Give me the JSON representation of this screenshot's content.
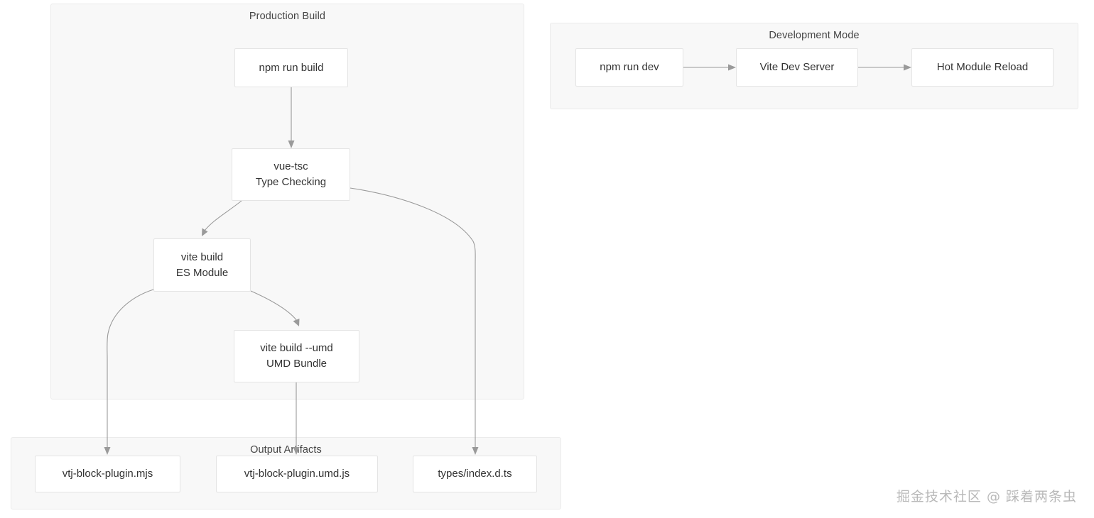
{
  "diagram": {
    "title_hidden": "Vite build pipeline flowchart",
    "background_color": "#ffffff",
    "cluster_fill": "#f8f8f8",
    "cluster_border": "#ebebeb",
    "node_fill": "#ffffff",
    "node_border": "#e4e4e4",
    "edge_color": "#9a9a9a",
    "text_color": "#333333"
  },
  "clusters": {
    "production": {
      "label": "Production Build"
    },
    "output": {
      "label": "Output Artifacts"
    },
    "development": {
      "label": "Development Mode"
    }
  },
  "nodes": {
    "npm_build": {
      "label": "npm run build"
    },
    "vue_tsc": {
      "line1": "vue-tsc",
      "line2": "Type Checking"
    },
    "vite_es": {
      "line1": "vite build",
      "line2": "ES Module"
    },
    "vite_umd": {
      "line1": "vite build --umd",
      "line2": "UMD Bundle"
    },
    "artifact_mjs": {
      "label": "vtj-block-plugin.mjs"
    },
    "artifact_umd": {
      "label": "vtj-block-plugin.umd.js"
    },
    "artifact_dts": {
      "label": "types/index.d.ts"
    },
    "npm_dev": {
      "label": "npm run dev"
    },
    "vite_dev_server": {
      "label": "Vite Dev Server"
    },
    "hot_module_reload": {
      "label": "Hot Module Reload"
    }
  },
  "edges": [
    {
      "from": "npm_build",
      "to": "vue_tsc",
      "label": ""
    },
    {
      "from": "vue_tsc",
      "to": "vite_es",
      "label": ""
    },
    {
      "from": "vue_tsc",
      "to": "artifact_dts",
      "label": ""
    },
    {
      "from": "vite_es",
      "to": "vite_umd",
      "label": ""
    },
    {
      "from": "vite_es",
      "to": "artifact_mjs",
      "label": ""
    },
    {
      "from": "vite_umd",
      "to": "artifact_umd",
      "label": ""
    },
    {
      "from": "npm_dev",
      "to": "vite_dev_server",
      "label": ""
    },
    {
      "from": "vite_dev_server",
      "to": "hot_module_reload",
      "label": ""
    }
  ],
  "watermark": {
    "text": "掘金技术社区 @ 踩着两条虫"
  }
}
